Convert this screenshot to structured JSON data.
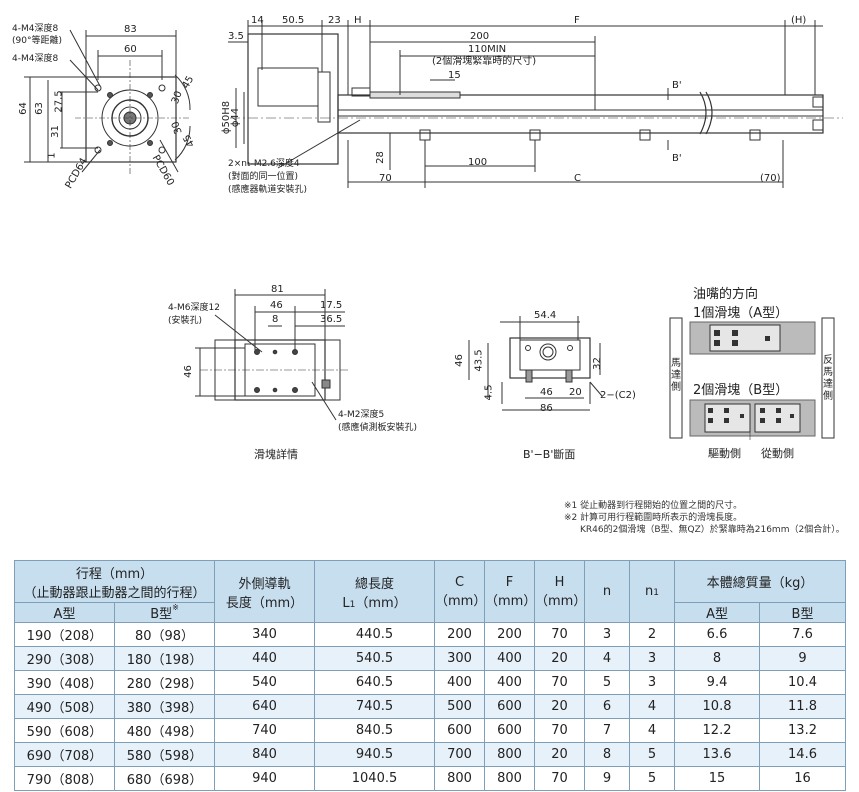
{
  "drawing": {
    "front_view": {
      "dims": [
        "83",
        "60",
        "64",
        "63",
        "27.5",
        "31",
        "1",
        "45",
        "30",
        "30",
        "45"
      ],
      "labels": [
        "4-M4深度8",
        "(90°等距離)",
        "4-M4深度8",
        "PCD64",
        "PCD60"
      ]
    },
    "side_view": {
      "dims": [
        "14",
        "50.5",
        "23",
        "H",
        "F",
        "(H)",
        "3.5",
        "200",
        "110MIN",
        "15",
        "ϕ50H8",
        "ϕ44",
        "28",
        "100",
        "70",
        "C",
        "(70)"
      ],
      "labels": [
        "(2個滑塊緊靠時的尺寸)",
        "B'",
        "B'",
        "2×n₁-M2.6深度4",
        "(對面的同一位置)",
        "(感應器軌道安裝孔)"
      ]
    },
    "slider_detail": {
      "dims": [
        "81",
        "46",
        "8",
        "17.5",
        "36.5",
        "46"
      ],
      "labels": [
        "4-M6深度12",
        "(安裝孔)",
        "4-M2深度5",
        "(感應偵測板安裝孔)"
      ],
      "caption": "滑塊詳情"
    },
    "section_view": {
      "dims": [
        "54.4",
        "46",
        "43.5",
        "32",
        "4.5",
        "46",
        "20",
        "86"
      ],
      "labels": [
        "2−(C2)"
      ],
      "caption": "B'−B'斷面"
    },
    "oil_nozzle": {
      "title": "油嘴的方向",
      "type_a": "1個滑塊（A型）",
      "type_b": "2個滑塊（B型）",
      "motor_side": "馬達側",
      "opposite_side": "反馬達側",
      "drive_side": "驅動側",
      "driven_side": "從動側"
    },
    "notes": [
      "※1 從止動器到行程開始的位置之間的尺寸。",
      "※2 計算可用行程範圍時所表示的滑塊長度。",
      "KR46的2個滑塊（B型、無QZ）於緊靠時為216mm（2個合計）。"
    ]
  },
  "table": {
    "header": {
      "stroke": "行程（mm）",
      "stroke_sub": "（止動器跟止動器之間的行程）",
      "a_type": "A型",
      "b_type": "B型",
      "b_type_mark": "※",
      "rail": "外側導軌",
      "rail2": "長度（mm）",
      "total": "總長度",
      "total2_prefix": "L",
      "total2_sub": "1",
      "total2_suffix": "（mm）",
      "c": "C",
      "c2": "（mm）",
      "f": "F",
      "f2": "（mm）",
      "h": "H",
      "h2": "（mm）",
      "n": "n",
      "n1": "n",
      "n1_sub": "1",
      "mass": "本體總質量（kg）",
      "mass_a": "A型",
      "mass_b": "B型"
    },
    "rows": [
      [
        "190（208）",
        "80（98）",
        "340",
        "440.5",
        "200",
        "200",
        "70",
        "3",
        "2",
        "6.6",
        "7.6"
      ],
      [
        "290（308）",
        "180（198）",
        "440",
        "540.5",
        "300",
        "400",
        "20",
        "4",
        "3",
        "8",
        "9"
      ],
      [
        "390（408）",
        "280（298）",
        "540",
        "640.5",
        "400",
        "400",
        "70",
        "5",
        "3",
        "9.4",
        "10.4"
      ],
      [
        "490（508）",
        "380（398）",
        "640",
        "740.5",
        "500",
        "600",
        "20",
        "6",
        "4",
        "10.8",
        "11.8"
      ],
      [
        "590（608）",
        "480（498）",
        "740",
        "840.5",
        "600",
        "600",
        "70",
        "7",
        "4",
        "12.2",
        "13.2"
      ],
      [
        "690（708）",
        "580（598）",
        "840",
        "940.5",
        "700",
        "800",
        "20",
        "8",
        "5",
        "13.6",
        "14.6"
      ],
      [
        "790（808）",
        "680（698）",
        "940",
        "1040.5",
        "800",
        "800",
        "70",
        "9",
        "5",
        "15",
        "16"
      ]
    ]
  }
}
